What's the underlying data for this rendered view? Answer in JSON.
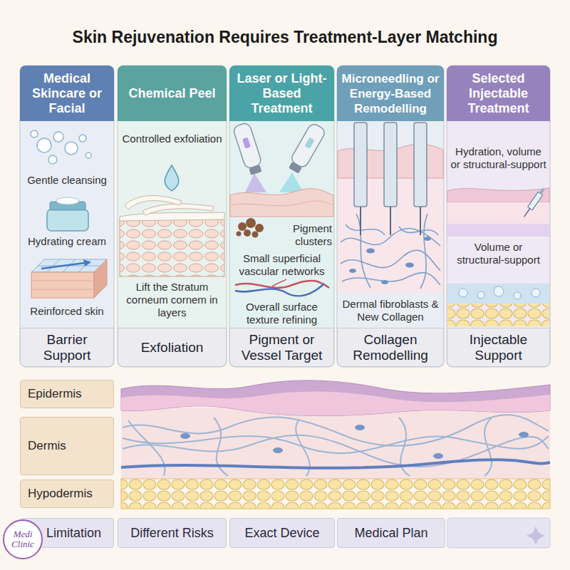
{
  "diagram": {
    "title": "Skin Rejuvenation Requires Treatment-Layer Matching",
    "nodes": [
      {
        "text": [
          "Medical Skincare or Facial",
          "Gentle cleansing",
          "Hydrating cream",
          "Reinforced skin"
        ]
      },
      {
        "text": [
          "Barrier Support"
        ],
        "in": 0
      },
      {
        "text": [
          "Chemical Peel",
          "Controlled exfoliation",
          "Lift the Stratum corneum cornem in layers"
        ]
      },
      {
        "text": [
          "Exfoliation"
        ],
        "in": 2
      },
      {
        "text": [
          "Laser or Light-Based Treatment",
          "Pigment clusters",
          "Small superficial vascular networks",
          "Overall surface texture refining"
        ]
      },
      {
        "text": [
          "Pigment or Vessel Target"
        ],
        "in": 4
      },
      {
        "text": [
          "Microneedling or Energy-Based Remodelling",
          "Dermal fibroblasts & New Collagen"
        ]
      },
      {
        "text": [
          "Collagen Remodelling"
        ],
        "in": 6
      },
      {
        "text": [
          "Selected Injectable Treatment",
          "Hydration, volume or structural-support",
          "Volume or structural-support"
        ]
      },
      {
        "text": [
          "Injectable Support"
        ],
        "in": 8
      },
      {
        "text": [
          "Epidermis"
        ]
      },
      {
        "text": [
          "Dermis"
        ]
      },
      {
        "text": [
          "Hypodermis"
        ]
      },
      {
        "text": [
          "Limitation"
        ]
      },
      {
        "text": [
          "Different Risks"
        ]
      },
      {
        "text": [
          "Exact Device"
        ]
      },
      {
        "text": [
          "Medical Plan"
        ]
      },
      {
        "text": [
          "Medi Clinic"
        ]
      }
    ]
  }
}
